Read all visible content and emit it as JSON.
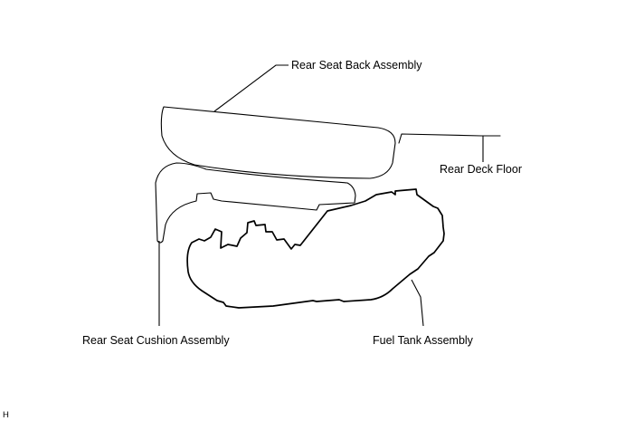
{
  "labels": {
    "rear_seat_back": "Rear Seat Back Assembly",
    "rear_deck_floor": "Rear Deck Floor",
    "rear_seat_cushion": "Rear Seat Cushion Assembly",
    "fuel_tank": "Fuel Tank Assembly"
  },
  "corner_mark": "H",
  "colors": {
    "line": "#000000",
    "background": "#ffffff"
  }
}
